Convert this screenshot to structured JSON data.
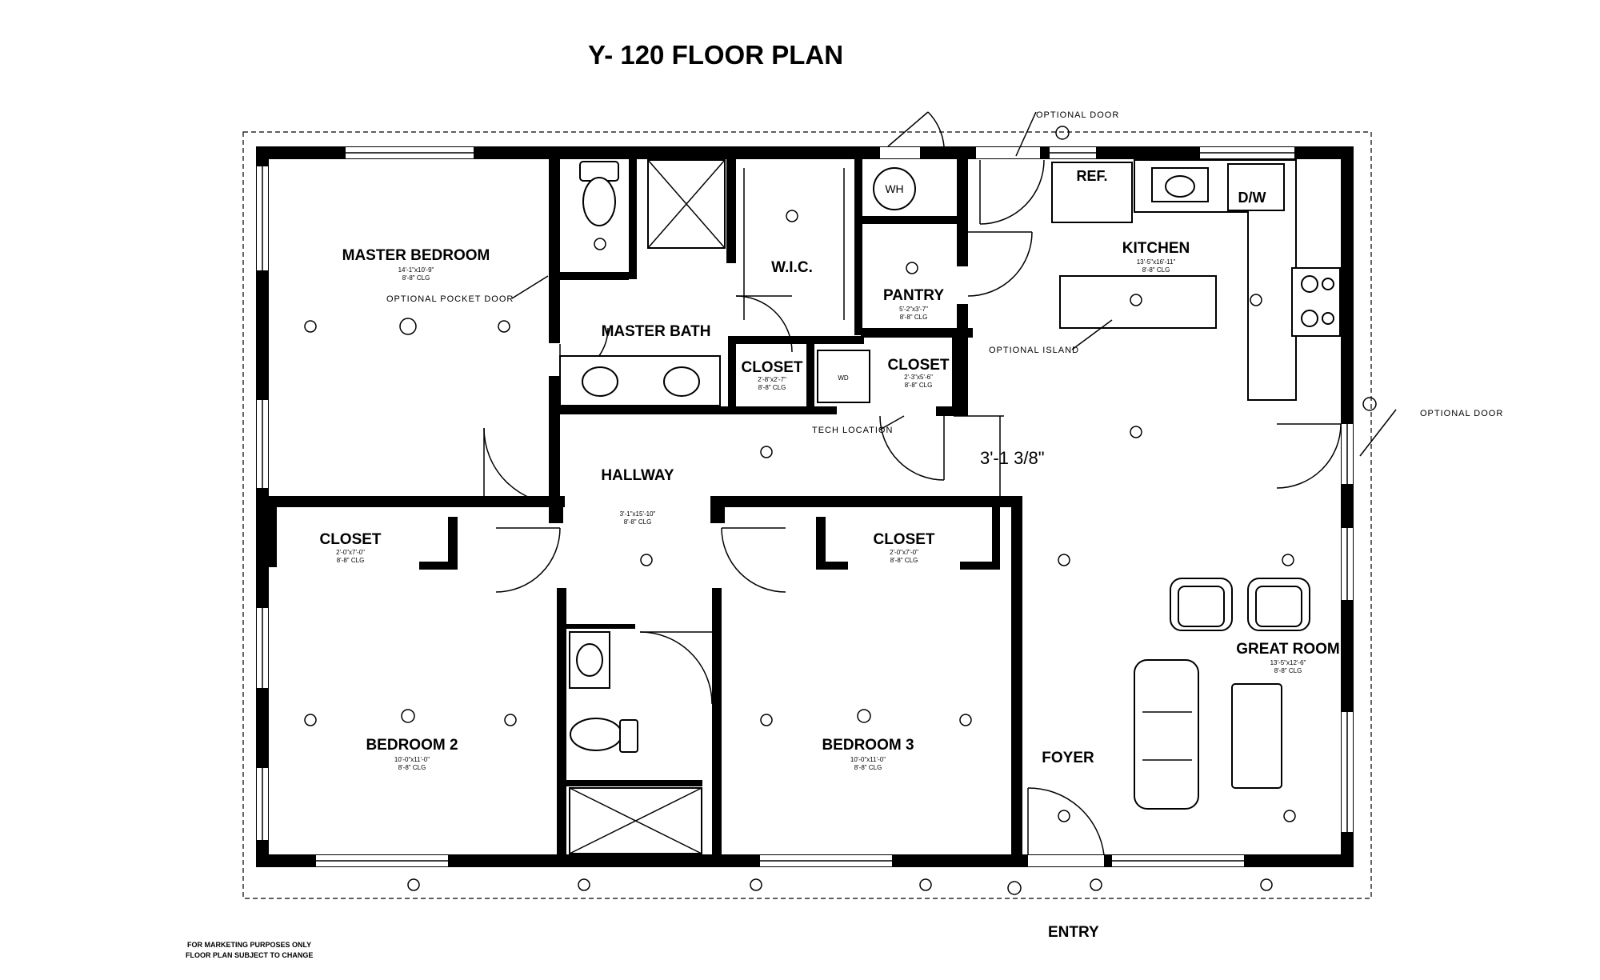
{
  "title": "Y- 120 FLOOR PLAN",
  "entry_label": "ENTRY",
  "footer": {
    "line1": "FOR MARKETING PURPOSES ONLY",
    "line2": "FLOOR PLAN SUBJECT TO CHANGE"
  },
  "rooms": {
    "master_bedroom": {
      "name": "MASTER BEDROOM",
      "size": "14'-1\"x10'-9\"",
      "ceiling": "8'-8\" CLG"
    },
    "master_bath": {
      "name": "MASTER BATH"
    },
    "wic": {
      "name": "W.I.C."
    },
    "pantry": {
      "name": "PANTRY",
      "size": "5'-2\"x3'-7\"",
      "ceiling": "8'-8\" CLG"
    },
    "kitchen": {
      "name": "KITCHEN",
      "size": "13'-5\"x16'-11\"",
      "ceiling": "8'-8\" CLG"
    },
    "closet_hall": {
      "name": "CLOSET",
      "size": "2'-8\"x2'-7\"",
      "ceiling": "8'-8\" CLG"
    },
    "closet_laundry": {
      "name": "CLOSET",
      "size": "2'-3\"x5'-6\"",
      "ceiling": "8'-8\" CLG"
    },
    "hallway": {
      "name": "HALLWAY",
      "size": "3'-1\"x15'-10\"",
      "ceiling": "8'-8\" CLG"
    },
    "closet_bed2": {
      "name": "CLOSET",
      "size": "2'-0\"x7'-0\"",
      "ceiling": "8'-8\" CLG"
    },
    "closet_bed3": {
      "name": "CLOSET",
      "size": "2'-0\"x7'-0\"",
      "ceiling": "8'-8\" CLG"
    },
    "bedroom2": {
      "name": "BEDROOM 2",
      "size": "10'-0\"x11'-0\"",
      "ceiling": "8'-8\" CLG"
    },
    "bedroom3": {
      "name": "BEDROOM 3",
      "size": "10'-0\"x11'-0\"",
      "ceiling": "8'-8\" CLG"
    },
    "great_room": {
      "name": "GREAT ROOM",
      "size": "13'-5\"x12'-6\"",
      "ceiling": "8'-8\" CLG"
    },
    "foyer": {
      "name": "FOYER"
    }
  },
  "fixtures": {
    "wh": "WH",
    "ref": "REF.",
    "dw": "D/W",
    "wd": "WD"
  },
  "notes": {
    "optional_door_top": "OPTIONAL DOOR",
    "optional_door_right": "OPTIONAL DOOR",
    "optional_pocket_door": "OPTIONAL POCKET DOOR",
    "optional_island": "OPTIONAL ISLAND",
    "tech_location": "TECH LOCATION",
    "dimension": "3'-1 3/8\""
  }
}
